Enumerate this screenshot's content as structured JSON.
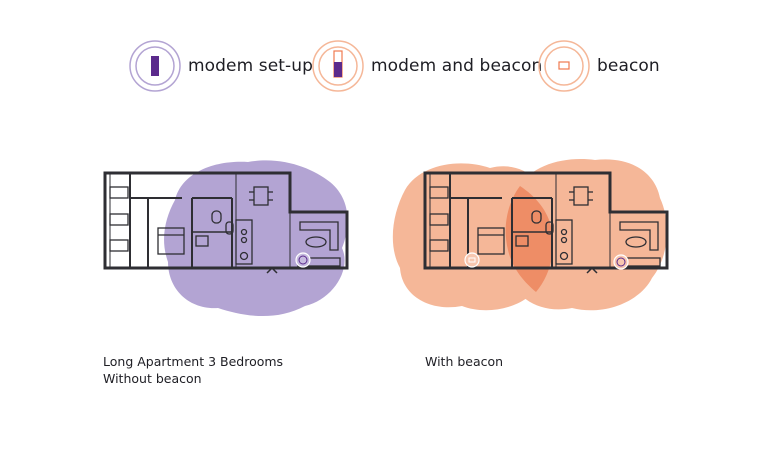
{
  "colors": {
    "modem": "#5b2a8c",
    "modem_coverage": "#b3a4d3",
    "beacon": "#f07a4f",
    "beacon_coverage": "#f5b798",
    "overlap": "#ee8d66",
    "walls": "#2e2e33"
  },
  "legend": [
    {
      "label": "modem set-up",
      "icon": "modem-icon"
    },
    {
      "label": "modem and beacon",
      "icon": "modem-and-beacon-icon"
    },
    {
      "label": "beacon",
      "icon": "beacon-icon"
    }
  ],
  "floorplans": [
    {
      "caption_line1": "Long Apartment 3 Bedrooms",
      "caption_line2": "Without beacon",
      "coverage": "modem"
    },
    {
      "caption_line1": "With beacon",
      "caption_line2": "",
      "coverage": "modem-and-beacon"
    }
  ]
}
